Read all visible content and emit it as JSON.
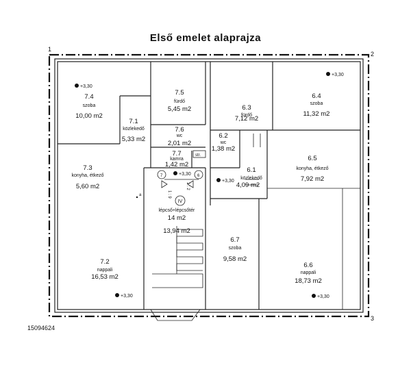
{
  "title": "Első emelet alaprajza",
  "document_number": "15094624",
  "corners": [
    "1",
    "2",
    "3"
  ],
  "level_mark": "+3,30",
  "storage_label": "str.",
  "stair_labels": {
    "seven": "7",
    "six": "6",
    "four": "IV",
    "flight_a": "1 : 9",
    "flight_b": "1 : 2",
    "tag": "a"
  },
  "rooms": [
    {
      "id": "7.4",
      "name": "szoba",
      "area": "10,00 m2"
    },
    {
      "id": "7.5",
      "name": "fürdő",
      "area": "5,45 m2"
    },
    {
      "id": "7.1",
      "name": "közlekedő",
      "area": "5,33 m2"
    },
    {
      "id": "7.6",
      "name": "wc",
      "area": "2,01 m2"
    },
    {
      "id": "7.7",
      "name": "kamra",
      "area": "1,42 m2"
    },
    {
      "id": "7.3",
      "name": "konyha, étkező",
      "area": "5,60 m2"
    },
    {
      "id": "7.2",
      "name": "nappali",
      "area": "16,53 m2"
    },
    {
      "id": "6.3",
      "name": "fürdő",
      "area": "7,12 m2"
    },
    {
      "id": "6.4",
      "name": "szoba",
      "area": "11,32 m2"
    },
    {
      "id": "6.2",
      "name": "wc",
      "area": "1,38 m2"
    },
    {
      "id": "6.1",
      "name": "közlekedő",
      "area": "4,09 m2"
    },
    {
      "id": "6.5",
      "name": "konyha, étkező",
      "area": "7,92 m2"
    },
    {
      "id": "6.7",
      "name": "szoba",
      "area": "9,58 m2"
    },
    {
      "id": "6.6",
      "name": "nappali",
      "area": "18,73 m2"
    }
  ],
  "stairwell": {
    "name": "lépcső+lépcsőtér",
    "area_a": "14 m2",
    "area_b": "13,94 m2"
  }
}
